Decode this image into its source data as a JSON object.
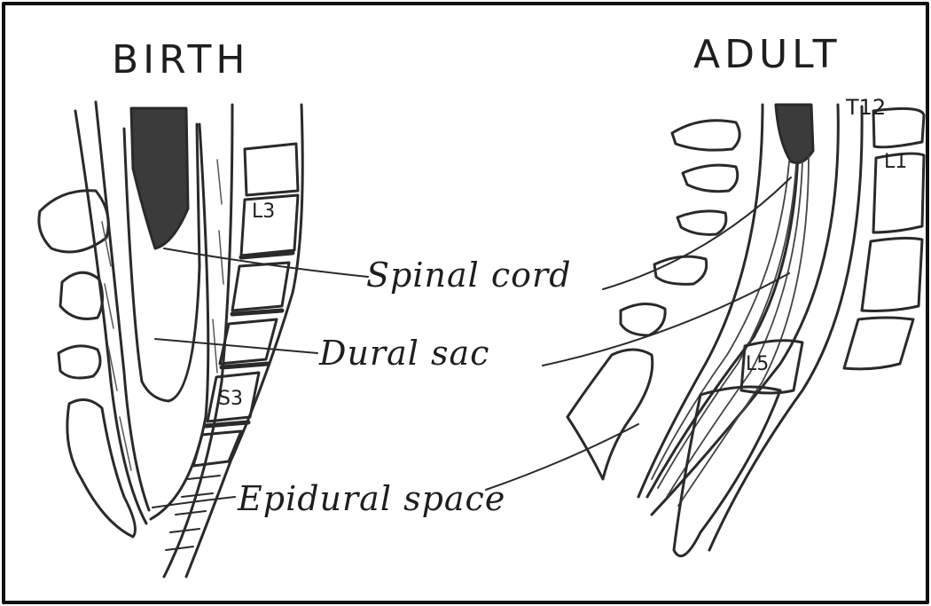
{
  "panels": {
    "birth": {
      "title": "BIRTH",
      "vertebra_labels": [
        "L3",
        "S3"
      ]
    },
    "adult": {
      "title": "ADULT",
      "vertebra_labels": [
        "T12",
        "L1",
        "L5"
      ]
    }
  },
  "labels": {
    "spinal_cord": "Spinal cord",
    "dural_sac": "Dural sac",
    "epidural_space": "Epidural space"
  },
  "colors": {
    "ink": "#2a2a2a",
    "cord_fill": "#3b3b3b",
    "paper": "#ffffff"
  }
}
